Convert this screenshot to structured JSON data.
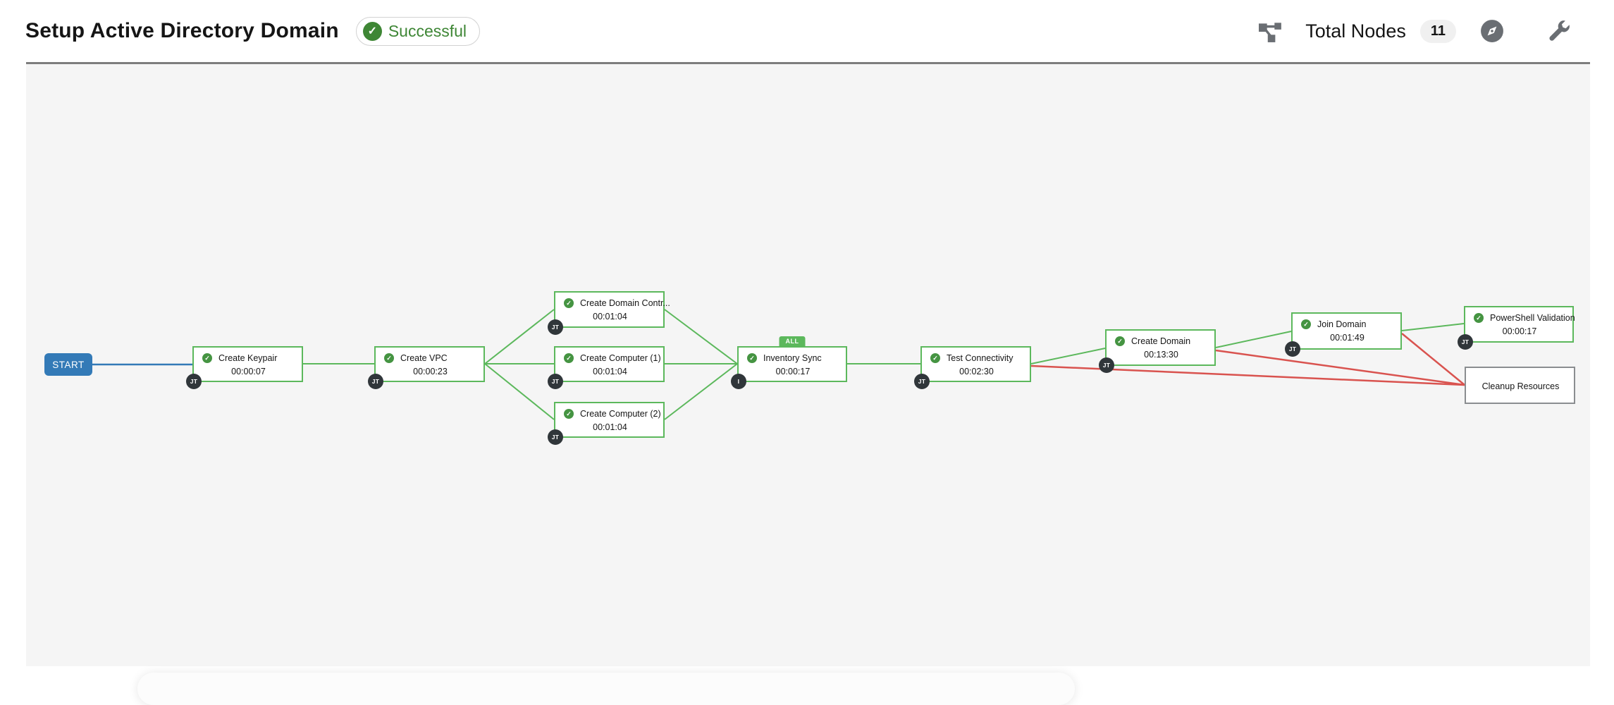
{
  "header": {
    "title": "Setup Active Directory Domain",
    "status_badge": "Successful",
    "total_nodes_label": "Total Nodes",
    "total_nodes_count": "11",
    "icons": [
      "workflow-icon",
      "compass-icon",
      "wrench-icon"
    ]
  },
  "graph": {
    "start_label": "START",
    "nodes": [
      {
        "label": "Create Keypair",
        "elapsed": "00:00:07",
        "type_badge": "JT",
        "status": "successful"
      },
      {
        "label": "Create VPC",
        "elapsed": "00:00:23",
        "type_badge": "JT",
        "status": "successful"
      },
      {
        "label": "Create Domain Contr...",
        "elapsed": "00:01:04",
        "type_badge": "JT",
        "status": "successful"
      },
      {
        "label": "Create Computer (1)",
        "elapsed": "00:01:04",
        "type_badge": "JT",
        "status": "successful"
      },
      {
        "label": "Create Computer (2)",
        "elapsed": "00:01:04",
        "type_badge": "JT",
        "status": "successful"
      },
      {
        "label": "Inventory Sync",
        "elapsed": "00:00:17",
        "type_badge": "I",
        "status": "successful",
        "convergence": "ALL"
      },
      {
        "label": "Test Connectivity",
        "elapsed": "00:02:30",
        "type_badge": "JT",
        "status": "successful"
      },
      {
        "label": "Create Domain",
        "elapsed": "00:13:30",
        "type_badge": "JT",
        "status": "successful"
      },
      {
        "label": "Join Domain",
        "elapsed": "00:01:49",
        "type_badge": "JT",
        "status": "successful"
      },
      {
        "label": "PowerShell Validation",
        "elapsed": "00:00:17",
        "type_badge": "JT",
        "status": "successful"
      },
      {
        "label": "Cleanup Resources",
        "status": "not-run"
      }
    ],
    "edges": [
      {
        "from": "START",
        "to": "Create Keypair",
        "type": "always"
      },
      {
        "from": "Create Keypair",
        "to": "Create VPC",
        "type": "success"
      },
      {
        "from": "Create VPC",
        "to": "Create Domain Contr...",
        "type": "success"
      },
      {
        "from": "Create VPC",
        "to": "Create Computer (1)",
        "type": "success"
      },
      {
        "from": "Create VPC",
        "to": "Create Computer (2)",
        "type": "success"
      },
      {
        "from": "Create Domain Contr...",
        "to": "Inventory Sync",
        "type": "success"
      },
      {
        "from": "Create Computer (1)",
        "to": "Inventory Sync",
        "type": "success"
      },
      {
        "from": "Create Computer (2)",
        "to": "Inventory Sync",
        "type": "success"
      },
      {
        "from": "Inventory Sync",
        "to": "Test Connectivity",
        "type": "success"
      },
      {
        "from": "Test Connectivity",
        "to": "Create Domain",
        "type": "success"
      },
      {
        "from": "Test Connectivity",
        "to": "Cleanup Resources",
        "type": "failure"
      },
      {
        "from": "Create Domain",
        "to": "Join Domain",
        "type": "success"
      },
      {
        "from": "Create Domain",
        "to": "Cleanup Resources",
        "type": "failure"
      },
      {
        "from": "Join Domain",
        "to": "PowerShell Validation",
        "type": "success"
      },
      {
        "from": "Join Domain",
        "to": "Cleanup Resources",
        "type": "failure"
      }
    ],
    "colors": {
      "success_green": "#5cb85c",
      "check_green": "#459442",
      "failure_red": "#d9534f",
      "start_blue": "#337ab7"
    }
  }
}
